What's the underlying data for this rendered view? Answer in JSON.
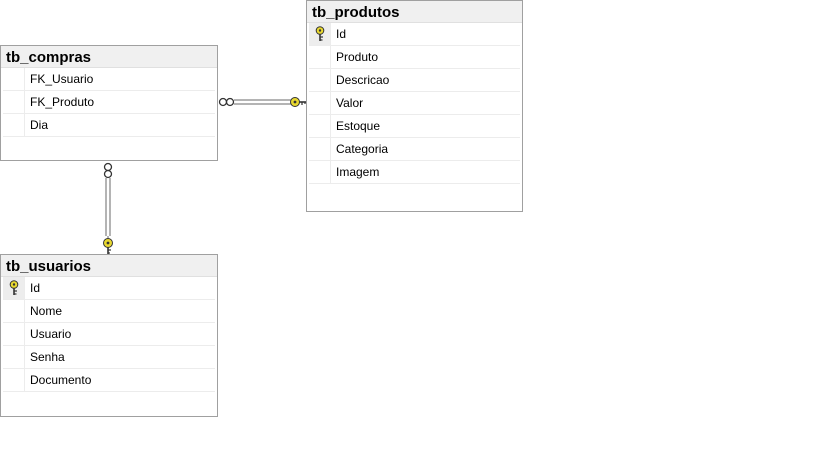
{
  "tables": {
    "compras": {
      "name": "tb_compras",
      "columns": [
        "FK_Usuario",
        "FK_Produto",
        "Dia"
      ]
    },
    "produtos": {
      "name": "tb_produtos",
      "columns": [
        "Id",
        "Produto",
        "Descricao",
        "Valor",
        "Estoque",
        "Categoria",
        "Imagem"
      ]
    },
    "usuarios": {
      "name": "tb_usuarios",
      "columns": [
        "Id",
        "Nome",
        "Usuario",
        "Senha",
        "Documento"
      ]
    }
  },
  "relationships": [
    {
      "from": "tb_compras",
      "to": "tb_produtos",
      "one_end": "key-icon",
      "many_end": "infinity-icon"
    },
    {
      "from": "tb_compras",
      "to": "tb_usuarios",
      "one_end": "key-icon",
      "many_end": "infinity-icon"
    }
  ],
  "colors": {
    "key": "#e8d830",
    "line": "#6a6a6a",
    "header": "#f0f0f0",
    "border": "#a0a0a0"
  }
}
